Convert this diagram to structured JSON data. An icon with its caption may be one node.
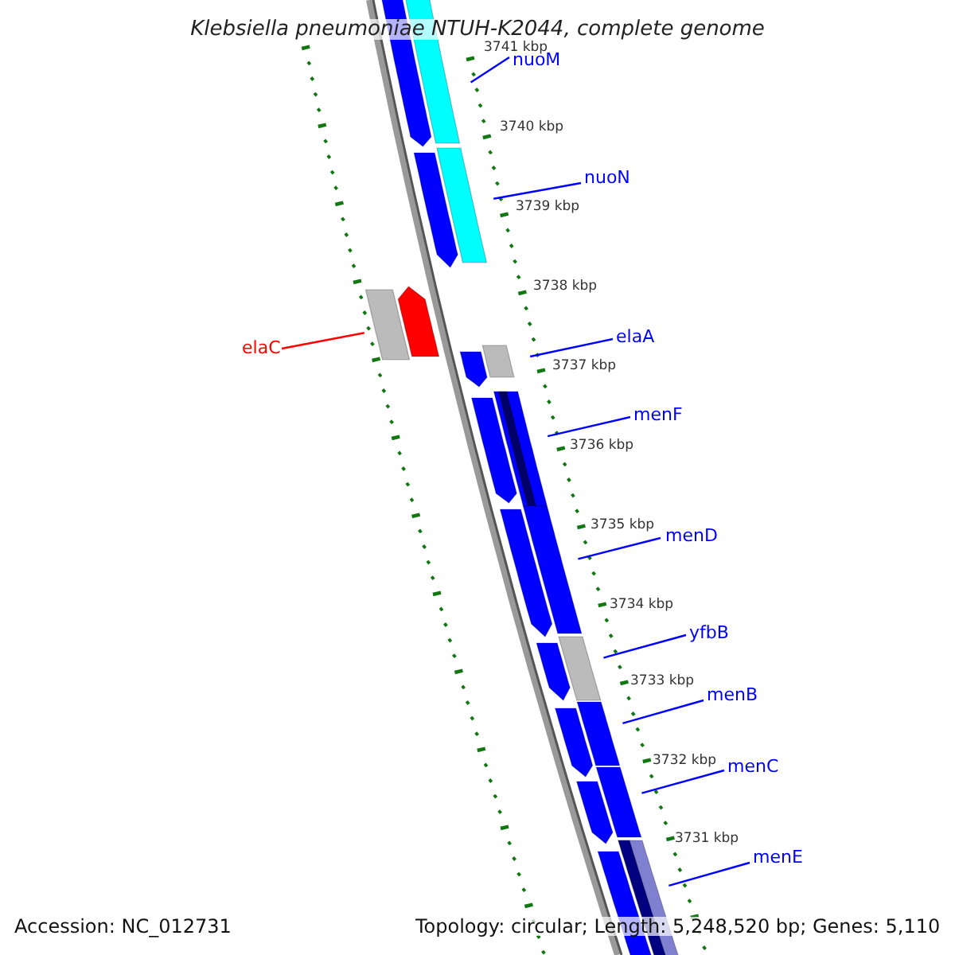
{
  "diagram": {
    "title": "Klebsiella pneumoniae NTUH-K2044, complete genome",
    "nodes": [
      {
        "text": [
          "nuoM"
        ]
      },
      {
        "text": [
          "nuoN"
        ]
      },
      {
        "text": [
          "elaC"
        ]
      },
      {
        "text": [
          "elaA"
        ]
      },
      {
        "text": [
          "menF"
        ]
      },
      {
        "text": [
          "menD"
        ]
      },
      {
        "text": [
          "yfbB"
        ]
      },
      {
        "text": [
          "menB"
        ]
      },
      {
        "text": [
          "menC"
        ]
      },
      {
        "text": [
          "menE"
        ]
      }
    ],
    "edges": [
      {
        "from": 0,
        "to": null,
        "arrow": "none"
      },
      {
        "from": 1,
        "to": null,
        "arrow": "none"
      },
      {
        "from": 2,
        "to": null,
        "arrow": "none",
        "color": "#ff0000"
      },
      {
        "from": 3,
        "to": null,
        "arrow": "none"
      },
      {
        "from": 4,
        "to": null,
        "arrow": "none"
      },
      {
        "from": 5,
        "to": null,
        "arrow": "none"
      },
      {
        "from": 6,
        "to": null,
        "arrow": "none"
      },
      {
        "from": 7,
        "to": null,
        "arrow": "none"
      },
      {
        "from": 8,
        "to": null,
        "arrow": "none"
      },
      {
        "from": 9,
        "to": null,
        "arrow": "none"
      }
    ],
    "labels": [
      "3741 kbp",
      "3740 kbp",
      "3739 kbp",
      "3738 kbp",
      "3737 kbp",
      "3736 kbp",
      "3735 kbp",
      "3734 kbp",
      "3733 kbp",
      "3732 kbp",
      "3731 kbp",
      "Accession: NC_012731",
      "Topology: circular; Length: 5,248,520 bp; Genes: 5,110"
    ]
  }
}
